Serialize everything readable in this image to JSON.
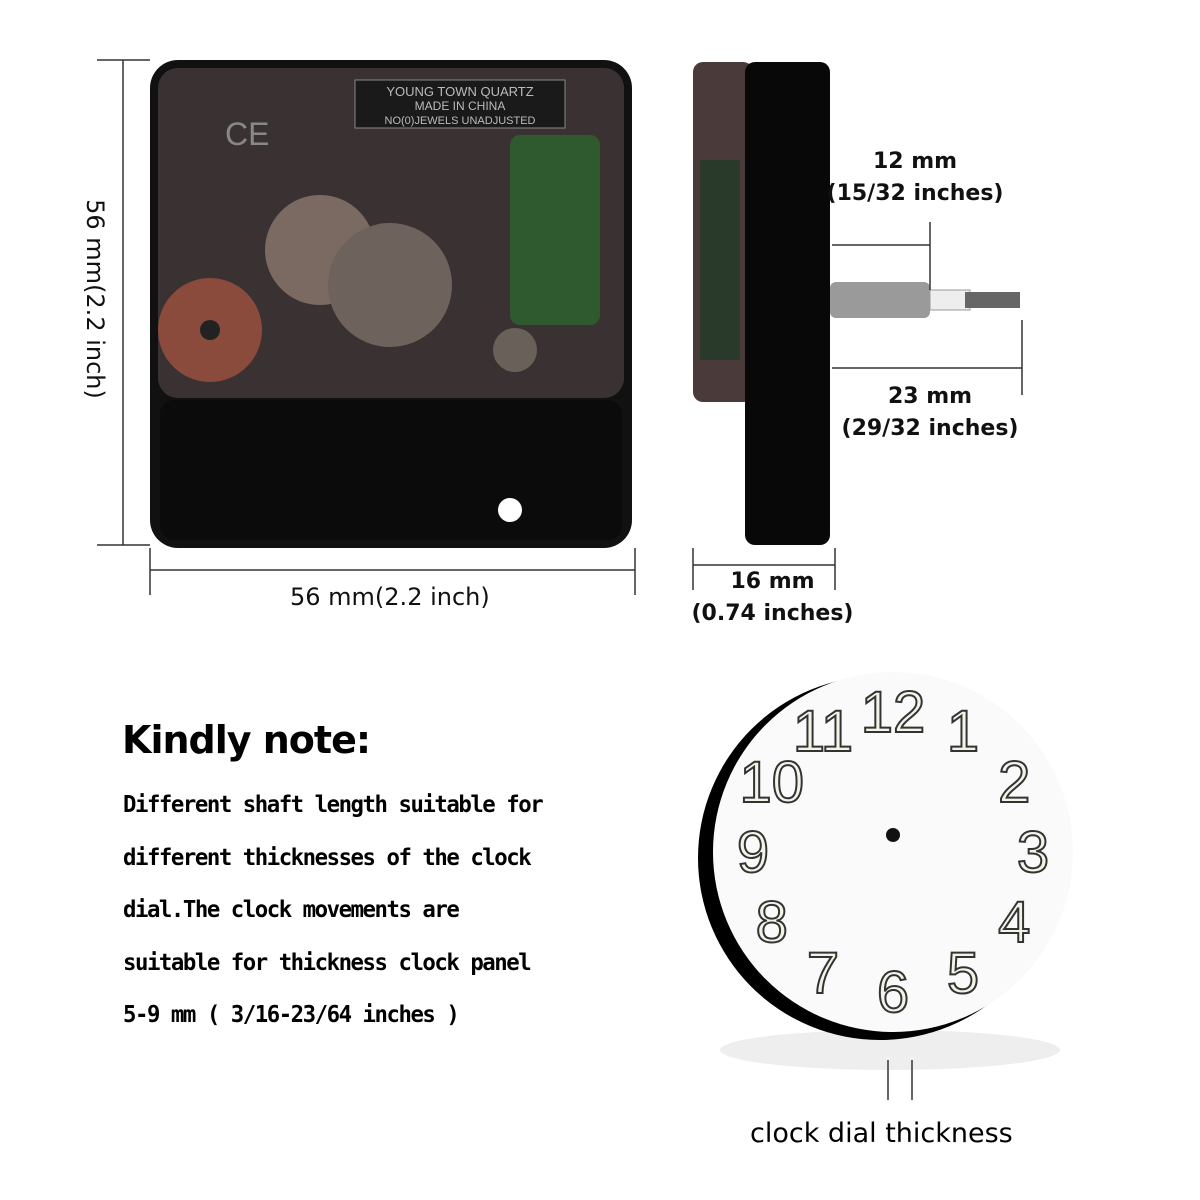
{
  "movement_label": {
    "line1": "YOUNG TOWN QUARTZ",
    "line2": "MADE IN CHINA",
    "line3": "NO(0)JEWELS UNADJUSTED"
  },
  "dimensions": {
    "height": "56 mm(2.2 inch)",
    "width": "56 mm(2.2 inch)",
    "shaft_thread_mm": "12 mm",
    "shaft_thread_in": "(15/32 inches)",
    "shaft_total_mm": "23 mm",
    "shaft_total_in": "(29/32 inches)",
    "body_depth_mm": "16 mm",
    "body_depth_in": "(0.74 inches)"
  },
  "note": {
    "title": "Kindly note:",
    "lines": [
      "Different shaft length suitable for",
      "different thicknesses of the clock",
      "dial.The clock movements are",
      "suitable for thickness clock panel",
      "5-9 mm ( 3/16-23/64 inches )"
    ]
  },
  "dial": {
    "numbers": [
      "12",
      "1",
      "2",
      "3",
      "4",
      "5",
      "6",
      "7",
      "8",
      "9",
      "10",
      "11"
    ],
    "caption": "clock dial thickness"
  }
}
